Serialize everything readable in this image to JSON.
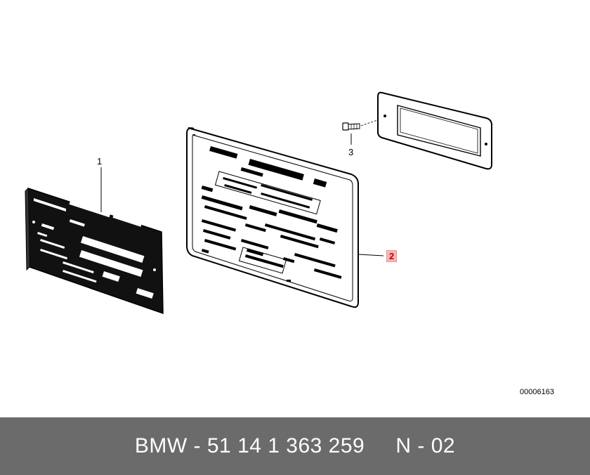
{
  "callouts": {
    "part_1": "1",
    "part_2": "2",
    "part_3": "3"
  },
  "reference_code": "00006163",
  "footer": {
    "text": "BMW - 51 14 1 363 259     N - 02"
  },
  "colors": {
    "footer_background": "#6b6b6b",
    "highlight_background": "#f4b8b8",
    "highlight_text": "#c00000"
  }
}
